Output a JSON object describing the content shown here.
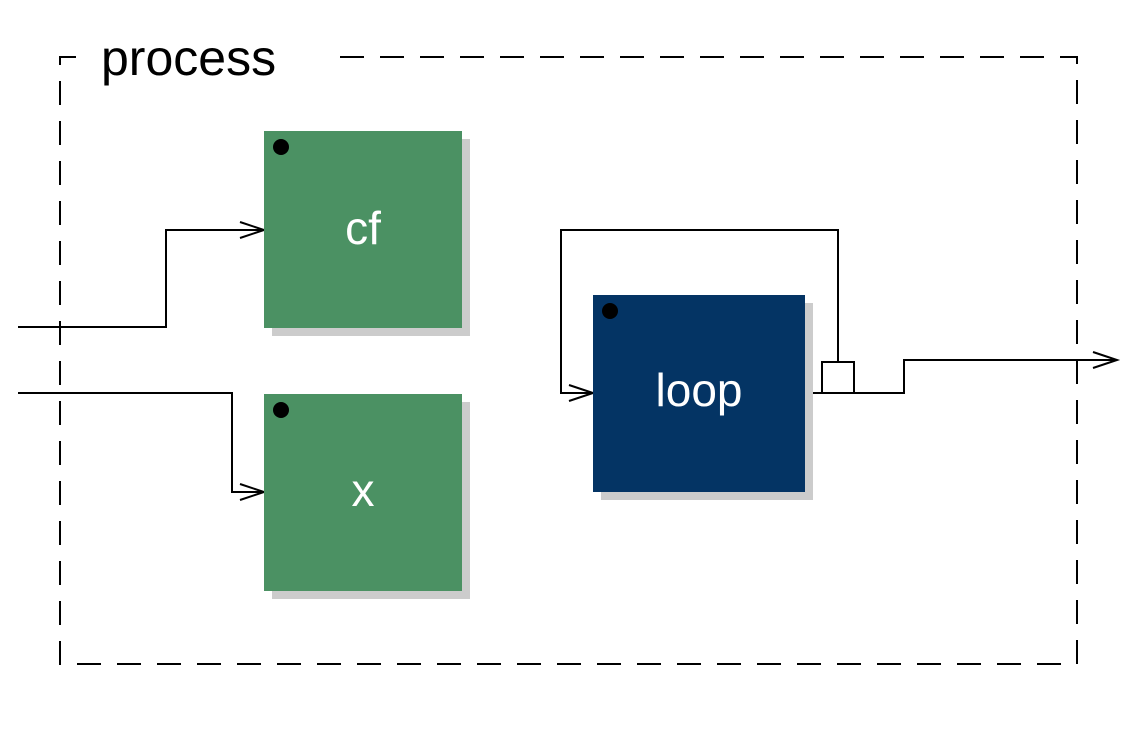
{
  "diagram": {
    "group": {
      "title": "process"
    },
    "blocks": [
      {
        "id": "cf",
        "label": "cf",
        "color": "#4b9163"
      },
      {
        "id": "x",
        "label": "x",
        "color": "#4b9163"
      },
      {
        "id": "loop",
        "label": "loop",
        "color": "#043464"
      }
    ],
    "colors": {
      "primitive_block": "#4b9163",
      "recursive_block": "#043464",
      "shadow": "#cccccc",
      "wire": "#000000"
    },
    "connections": [
      {
        "from": "input-1",
        "to": "cf"
      },
      {
        "from": "input-2",
        "to": "x"
      },
      {
        "from": "loop",
        "to": "loop",
        "kind": "feedback-with-delay"
      },
      {
        "from": "loop",
        "to": "output-1"
      }
    ]
  }
}
